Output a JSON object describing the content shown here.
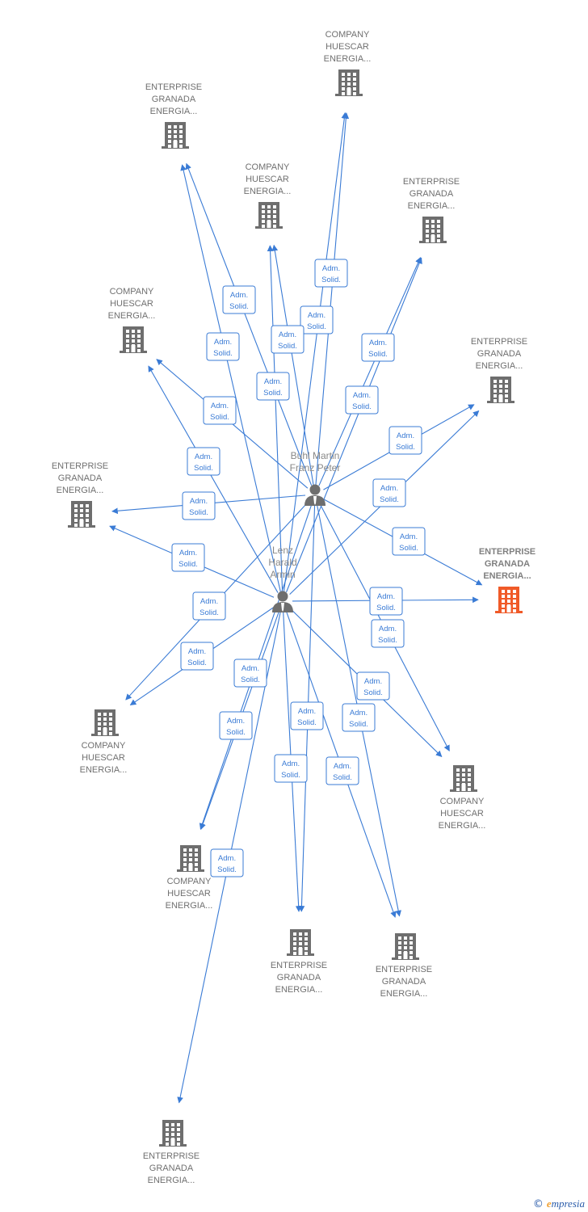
{
  "persons": [
    {
      "id": "p1",
      "lines": [
        "Buhl Martin",
        "Franz Peter"
      ]
    },
    {
      "id": "p2",
      "lines": [
        "Lenz",
        "Harald",
        "Armin"
      ]
    }
  ],
  "companies": [
    {
      "id": "c1",
      "lines": [
        "COMPANY",
        "HUESCAR",
        "ENERGIA..."
      ],
      "highlight": false
    },
    {
      "id": "c2",
      "lines": [
        "ENTERPRISE",
        "GRANADA",
        "ENERGIA..."
      ],
      "highlight": false
    },
    {
      "id": "c3",
      "lines": [
        "COMPANY",
        "HUESCAR",
        "ENERGIA..."
      ],
      "highlight": false
    },
    {
      "id": "c4",
      "lines": [
        "ENTERPRISE",
        "GRANADA",
        "ENERGIA..."
      ],
      "highlight": false
    },
    {
      "id": "c5",
      "lines": [
        "COMPANY",
        "HUESCAR",
        "ENERGIA..."
      ],
      "highlight": false
    },
    {
      "id": "c6",
      "lines": [
        "ENTERPRISE",
        "GRANADA",
        "ENERGIA..."
      ],
      "highlight": false
    },
    {
      "id": "c7",
      "lines": [
        "ENTERPRISE",
        "GRANADA",
        "ENERGIA..."
      ],
      "highlight": false
    },
    {
      "id": "c8",
      "lines": [
        "ENTERPRISE",
        "GRANADA",
        "ENERGIA..."
      ],
      "highlight": true
    },
    {
      "id": "c9",
      "lines": [
        "COMPANY",
        "HUESCAR",
        "ENERGIA..."
      ],
      "highlight": false
    },
    {
      "id": "c10",
      "lines": [
        "COMPANY",
        "HUESCAR",
        "ENERGIA..."
      ],
      "highlight": false
    },
    {
      "id": "c11",
      "lines": [
        "COMPANY",
        "HUESCAR",
        "ENERGIA..."
      ],
      "highlight": false
    },
    {
      "id": "c12",
      "lines": [
        "ENTERPRISE",
        "GRANADA",
        "ENERGIA..."
      ],
      "highlight": false
    },
    {
      "id": "c13",
      "lines": [
        "ENTERPRISE",
        "GRANADA",
        "ENERGIA..."
      ],
      "highlight": false
    },
    {
      "id": "c14",
      "lines": [
        "ENTERPRISE",
        "GRANADA",
        "ENERGIA..."
      ],
      "highlight": false
    }
  ],
  "edges": [
    {
      "from": "p1",
      "to": "c1",
      "label": [
        "Adm.",
        "Solid."
      ]
    },
    {
      "from": "p2",
      "to": "c1",
      "label": [
        "Adm.",
        "Solid."
      ]
    },
    {
      "from": "p1",
      "to": "c2",
      "label": [
        "Adm.",
        "Solid."
      ]
    },
    {
      "from": "p2",
      "to": "c2",
      "label": [
        "Adm.",
        "Solid."
      ]
    },
    {
      "from": "p1",
      "to": "c3",
      "label": [
        "Adm.",
        "Solid."
      ]
    },
    {
      "from": "p2",
      "to": "c3",
      "label": [
        "Adm.",
        "Solid."
      ]
    },
    {
      "from": "p1",
      "to": "c4",
      "label": [
        "Adm.",
        "Solid."
      ]
    },
    {
      "from": "p2",
      "to": "c4",
      "label": [
        "Adm.",
        "Solid."
      ]
    },
    {
      "from": "p1",
      "to": "c5",
      "label": [
        "Adm.",
        "Solid."
      ]
    },
    {
      "from": "p2",
      "to": "c5",
      "label": [
        "Adm.",
        "Solid."
      ]
    },
    {
      "from": "p1",
      "to": "c6",
      "label": [
        "Adm.",
        "Solid."
      ]
    },
    {
      "from": "p2",
      "to": "c6",
      "label": [
        "Adm.",
        "Solid."
      ]
    },
    {
      "from": "p1",
      "to": "c7",
      "label": [
        "Adm.",
        "Solid."
      ]
    },
    {
      "from": "p2",
      "to": "c7",
      "label": [
        "Adm.",
        "Solid."
      ]
    },
    {
      "from": "p1",
      "to": "c8",
      "label": [
        "Adm.",
        "Solid."
      ]
    },
    {
      "from": "p2",
      "to": "c8",
      "label": [
        "Adm.",
        "Solid."
      ]
    },
    {
      "from": "p1",
      "to": "c9",
      "label": [
        "Adm.",
        "Solid."
      ]
    },
    {
      "from": "p2",
      "to": "c9",
      "label": [
        "Adm.",
        "Solid."
      ]
    },
    {
      "from": "p1",
      "to": "c10",
      "label": [
        "Adm.",
        "Solid."
      ]
    },
    {
      "from": "p2",
      "to": "c10",
      "label": [
        "Adm.",
        "Solid."
      ]
    },
    {
      "from": "p1",
      "to": "c11",
      "label": [
        "Adm.",
        "Solid."
      ]
    },
    {
      "from": "p2",
      "to": "c11",
      "label": [
        "Adm.",
        "Solid."
      ]
    },
    {
      "from": "p1",
      "to": "c12",
      "label": [
        "Adm.",
        "Solid."
      ]
    },
    {
      "from": "p2",
      "to": "c12",
      "label": [
        "Adm.",
        "Solid."
      ]
    },
    {
      "from": "p1",
      "to": "c13",
      "label": [
        "Adm.",
        "Solid."
      ]
    },
    {
      "from": "p2",
      "to": "c13",
      "label": [
        "Adm.",
        "Solid."
      ]
    },
    {
      "from": "p2",
      "to": "c14",
      "label": [
        "Adm.",
        "Solid."
      ]
    }
  ],
  "icons": {
    "company": "building-icon",
    "person": "person-icon"
  },
  "colors": {
    "edge": "#3a7bd5",
    "node": "#6e6e6e",
    "highlight": "#f05a28",
    "label_border": "#3a7bd5"
  },
  "footer": {
    "copyright_symbol": "©",
    "brand_initial": "e",
    "brand_rest": "mpresia"
  }
}
